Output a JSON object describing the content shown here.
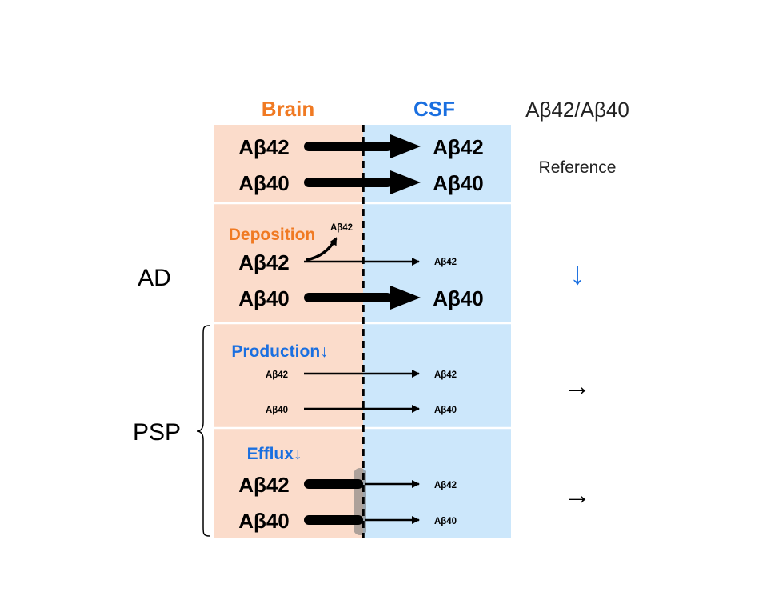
{
  "headers": {
    "brain": "Brain",
    "csf": "CSF",
    "ratio": "Aβ42/Aβ40"
  },
  "colors": {
    "brain_bg": "#fbdccb",
    "csf_bg": "#cce7fb",
    "orange": "#f07a23",
    "blue": "#1a6fe0"
  },
  "groups": {
    "ad": "AD",
    "psp": "PSP"
  },
  "rows": [
    {
      "process": "",
      "brain_ab42": "Aβ42",
      "brain_ab40": "Aβ40",
      "csf_ab42": "Aβ42",
      "csf_ab40": "Aβ40",
      "ratio_result": "Reference"
    },
    {
      "process": "Deposition",
      "deposit_label": "Aβ42",
      "brain_ab42": "Aβ42",
      "brain_ab40": "Aβ40",
      "csf_ab42": "Aβ42",
      "csf_ab40": "Aβ40",
      "ratio_result": "↓"
    },
    {
      "process": "Production↓",
      "brain_ab42": "Aβ42",
      "brain_ab40": "Aβ40",
      "csf_ab42": "Aβ42",
      "csf_ab40": "Aβ40",
      "ratio_result": "→"
    },
    {
      "process": "Efflux↓",
      "brain_ab42": "Aβ42",
      "brain_ab40": "Aβ40",
      "csf_ab42": "Aβ42",
      "csf_ab40": "Aβ40",
      "ratio_result": "→"
    }
  ]
}
